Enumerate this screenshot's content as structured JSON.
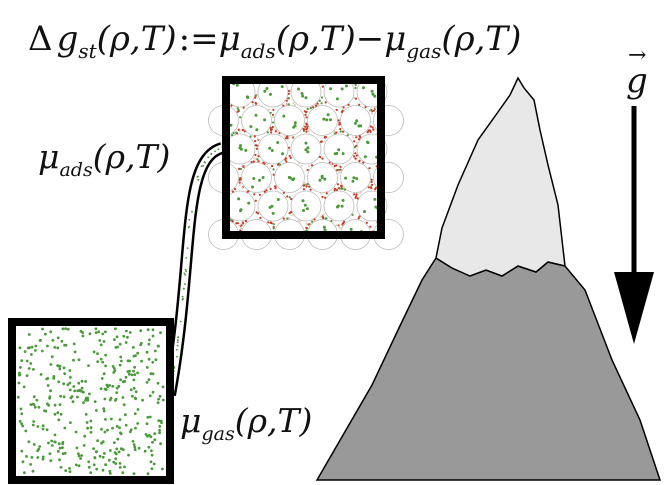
{
  "equation": {
    "delta": "Δ",
    "g": "g",
    "g_sub": "st",
    "args": "(ρ,T)",
    "assign": ":=",
    "mu1": "μ",
    "mu1_sub": "ads",
    "mu1_args": "(ρ,T)",
    "minus": "−",
    "mu2": "μ",
    "mu2_sub": "gas",
    "mu2_args": "(ρ,T)"
  },
  "label_ads": {
    "mu": "μ",
    "sub": "ads",
    "args": "(ρ,T)"
  },
  "label_gas": {
    "mu": "μ",
    "sub": "gas",
    "args": "(ρ,T)"
  },
  "gravity": {
    "symbol": "g",
    "arrow": "→"
  },
  "colors": {
    "particle_green": "#4a9a3a",
    "framework_red": "#c83a22",
    "mountain_snow": "#e8e8e8",
    "mountain_rock": "#999999",
    "outline": "#000000"
  },
  "icons": [
    "gravity-arrow-icon",
    "mountain-icon"
  ]
}
